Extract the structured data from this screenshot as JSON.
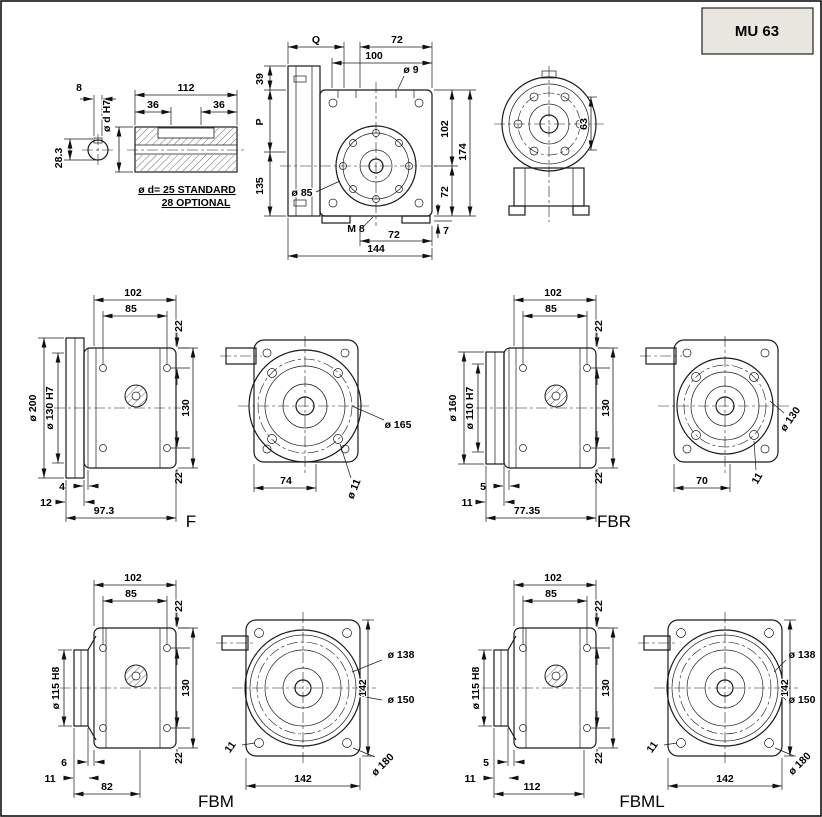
{
  "title": "MU 63",
  "shaft": {
    "d8": "8",
    "d283": "28.3",
    "ddh7": "ø d H7",
    "d112": "112",
    "d36a": "36",
    "d36b": "36",
    "note1": "ø d= 25 STANDARD",
    "note2": "28 OPTIONAL"
  },
  "front": {
    "q": "Q",
    "d72top": "72",
    "d100": "100",
    "d9": "ø 9",
    "d39": "39",
    "p": "P",
    "d135": "135",
    "d85": "ø 85",
    "d102": "102",
    "d174": "174",
    "d72right": "72",
    "m8": "M 8",
    "d72bot": "72",
    "d7": "7",
    "d144": "144"
  },
  "side": {
    "d63": "63"
  },
  "f": {
    "d102": "102",
    "d85": "85",
    "d22top": "22",
    "d200": "ø 200",
    "d130h7": "ø 130 H7",
    "d130": "130",
    "d22bot": "22",
    "d4": "4",
    "d12": "12",
    "d973": "97.3",
    "label": "F",
    "d74": "74",
    "d165": "ø 165",
    "d11": "ø 11"
  },
  "fbr": {
    "d102": "102",
    "d85": "85",
    "d22top": "22",
    "d160": "ø 160",
    "d110h7": "ø 110 H7",
    "d130": "130",
    "d22bot": "22",
    "d5": "5",
    "d11": "11",
    "d7735": "77.35",
    "label": "FBR",
    "d70": "70",
    "d130b": "ø 130",
    "d11b": "11"
  },
  "fbm": {
    "d102": "102",
    "d85": "85",
    "d22top": "22",
    "d115h8": "ø 115 H8",
    "d130": "130",
    "d22bot": "22",
    "d6": "6",
    "d11": "11",
    "d82": "82",
    "label": "FBM",
    "d138": "ø 138",
    "d150": "ø 150",
    "d142r": "142",
    "d11b": "11",
    "d142b": "142",
    "d180": "ø 180"
  },
  "fbml": {
    "d102": "102",
    "d85": "85",
    "d22top": "22",
    "d115h8": "ø 115 H8",
    "d130": "130",
    "d22bot": "22",
    "d5": "5",
    "d11": "11",
    "d112": "112",
    "label": "FBML",
    "d138": "ø 138",
    "d150": "ø 150",
    "d142r": "142",
    "d11b": "11",
    "d142b": "142",
    "d180": "ø 180"
  }
}
